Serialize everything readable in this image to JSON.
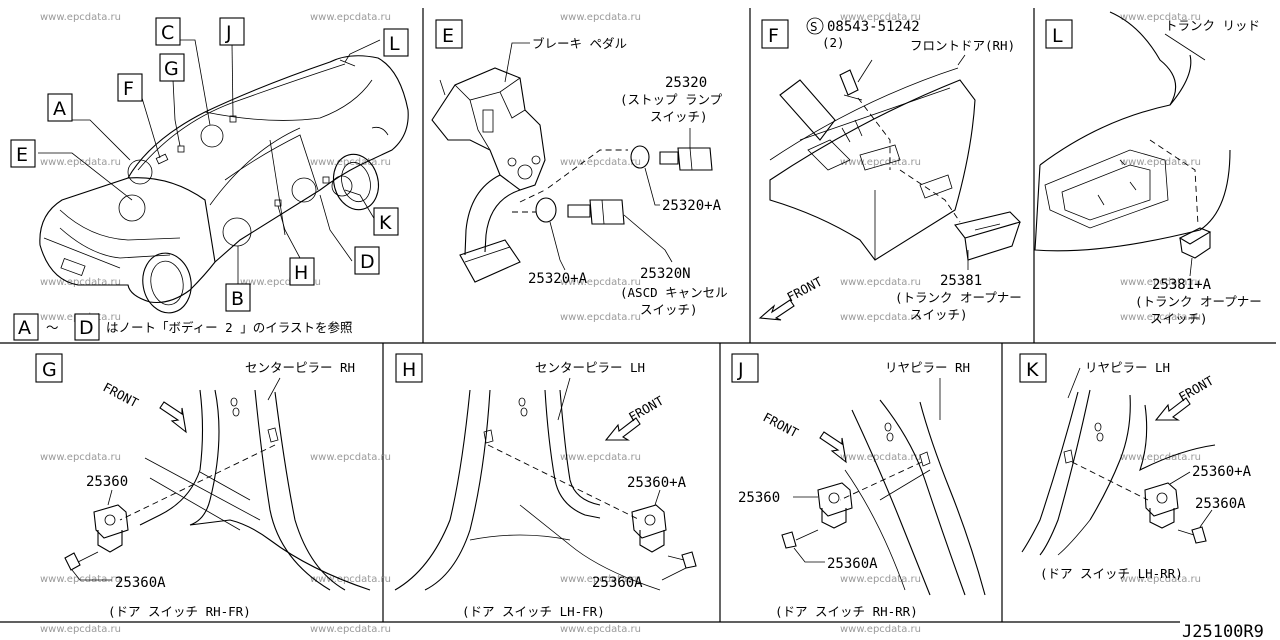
{
  "watermark": "www.epcdata.ru",
  "drawing_number": "J25100R9",
  "panels": {
    "overview": {
      "callouts": [
        "A",
        "B",
        "C",
        "D",
        "E",
        "F",
        "G",
        "H",
        "J",
        "K",
        "L"
      ],
      "note_start": "A",
      "note_tilde": "〜",
      "note_end": "D",
      "note_text": "はノート「ボディー 2 」のイラストを参照"
    },
    "E": {
      "label": "E",
      "pedal": "ブレーキ ペダル",
      "p1_num": "25320",
      "p1_desc1": "(ストップ ランプ",
      "p1_desc2": "スイッチ)",
      "p2_num": "25320+A",
      "p3_num": "25320+A",
      "p4_num": "25320N",
      "p4_desc1": "(ASCD キャンセル",
      "p4_desc2": "スイッチ)"
    },
    "F": {
      "label": "F",
      "bolt_sym": "S",
      "bolt_num": "08543-51242",
      "bolt_qty": "(2)",
      "door": "フロントドア(RH)",
      "front": "FRONT",
      "part_num": "25381",
      "part_desc1": "(トランク オープナー",
      "part_desc2": "スイッチ)"
    },
    "L": {
      "label": "L",
      "lid": "トランク リッド",
      "part_num": "25381+A",
      "part_desc1": "(トランク オープナー",
      "part_desc2": "スイッチ)"
    },
    "G": {
      "label": "G",
      "pillar": "センターピラー RH",
      "front": "FRONT",
      "p1": "25360",
      "p2": "25360A",
      "caption": "(ドア スイッチ RH-FR)"
    },
    "H": {
      "label": "H",
      "pillar": "センターピラー LH",
      "front": "FRONT",
      "p1": "25360+A",
      "p2": "25360A",
      "caption": "(ドア スイッチ LH-FR)"
    },
    "J": {
      "label": "J",
      "pillar": "リヤピラー RH",
      "front": "FRONT",
      "p1": "25360",
      "p2": "25360A",
      "caption": "(ドア スイッチ RH-RR)"
    },
    "K": {
      "label": "K",
      "pillar": "リヤピラー LH",
      "front": "FRONT",
      "p1": "25360+A",
      "p2": "25360A",
      "caption": "(ドア スイッチ LH-RR)"
    }
  }
}
